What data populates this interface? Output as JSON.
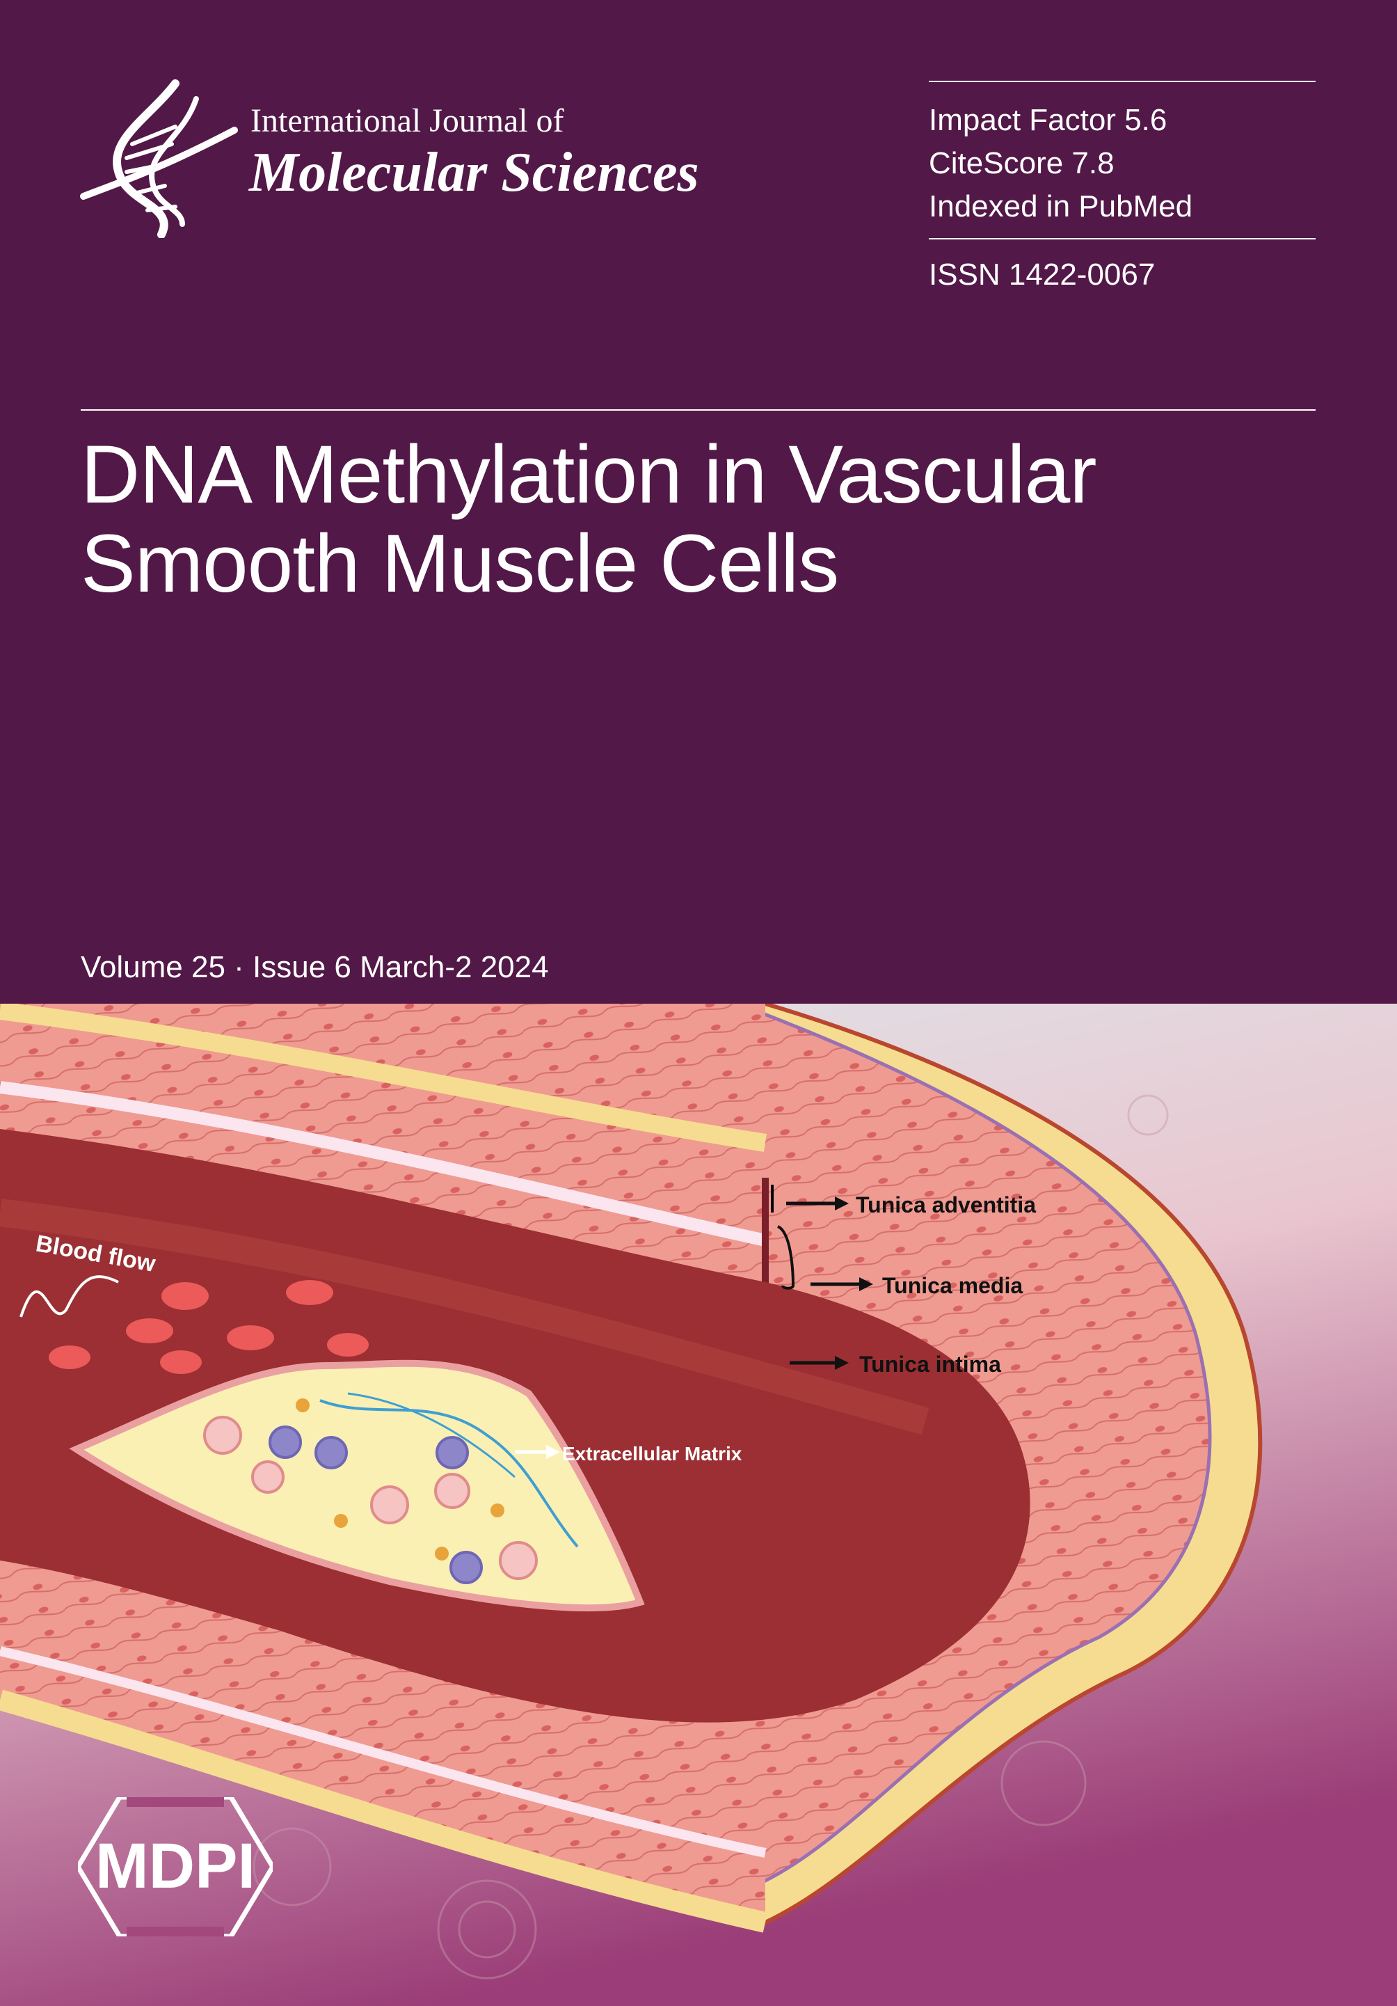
{
  "colors": {
    "plum": "#521847",
    "text": "#ffffff",
    "artery_wall": "#e8877f",
    "lumen": "#9b2f33",
    "adventitia": "#f6dc90",
    "plaque": "#fbf0b4"
  },
  "journal": {
    "line1": "International Journal of",
    "line2": "Molecular Sciences",
    "logo_icon": "dna-helix-icon"
  },
  "metrics": {
    "impact_factor": "Impact Factor 5.6",
    "citescore": "CiteScore 7.8",
    "indexed": "Indexed in PubMed",
    "issn": "ISSN 1422-0067"
  },
  "article": {
    "title_line1": "DNA Methylation in Vascular",
    "title_line2": "Smooth Muscle Cells"
  },
  "issue": {
    "volume_line": "Volume 25 · Issue 6 March-2 2024"
  },
  "figure": {
    "blood_flow": "Blood flow",
    "tunica_adventitia": "Tunica adventitia",
    "tunica_media": "Tunica media",
    "tunica_intima": "Tunica intima",
    "extracellular_matrix": "Extracellular Matrix"
  },
  "publisher": {
    "name": "MDPI"
  }
}
